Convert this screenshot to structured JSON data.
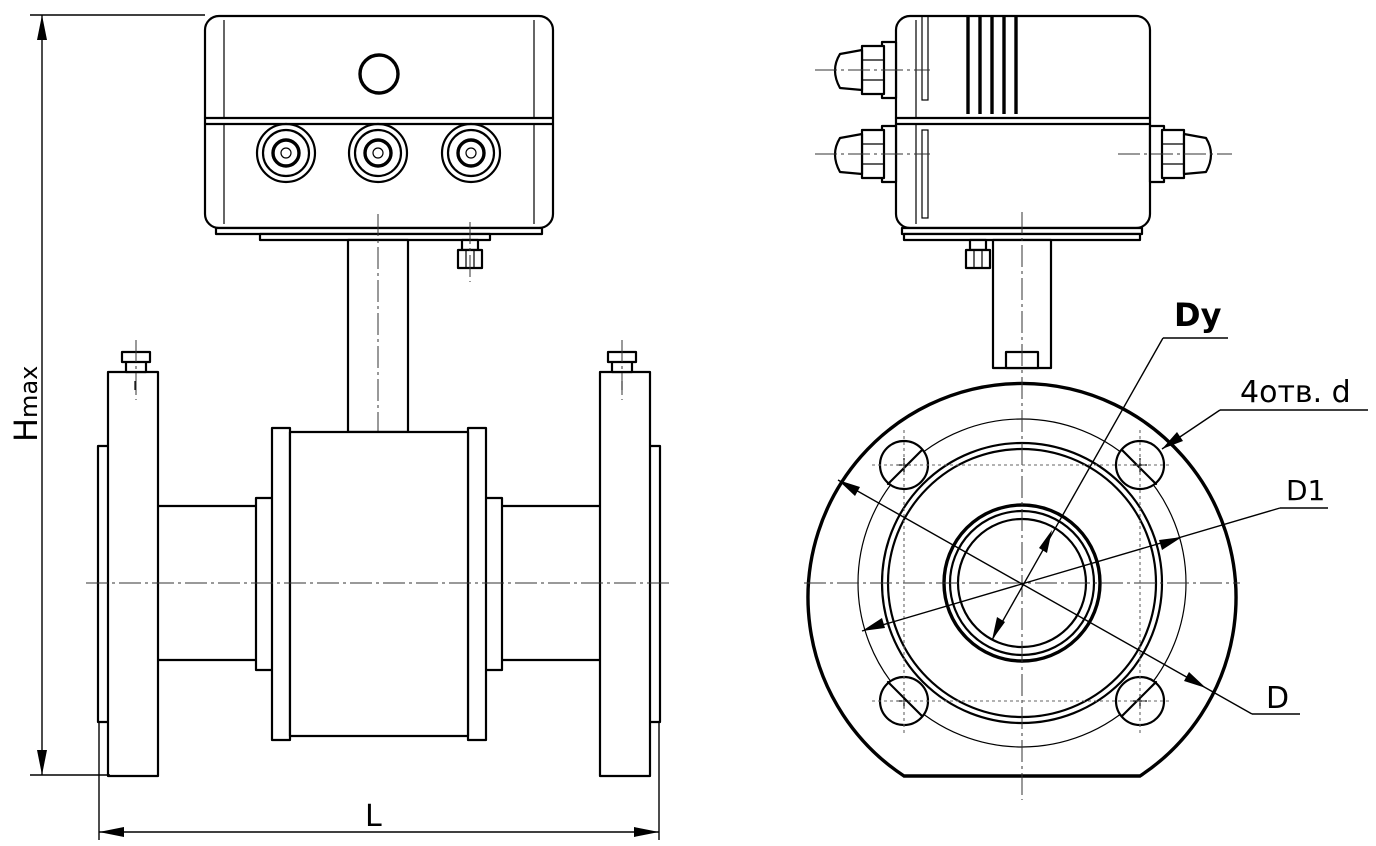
{
  "labels": {
    "hmax_main": "H",
    "hmax_sub": "max",
    "length": "L",
    "nominal_diameter": "Dy",
    "bolt_holes": "4отв. d",
    "bolt_circle_diameter": "D1",
    "flange_diameter": "D"
  }
}
